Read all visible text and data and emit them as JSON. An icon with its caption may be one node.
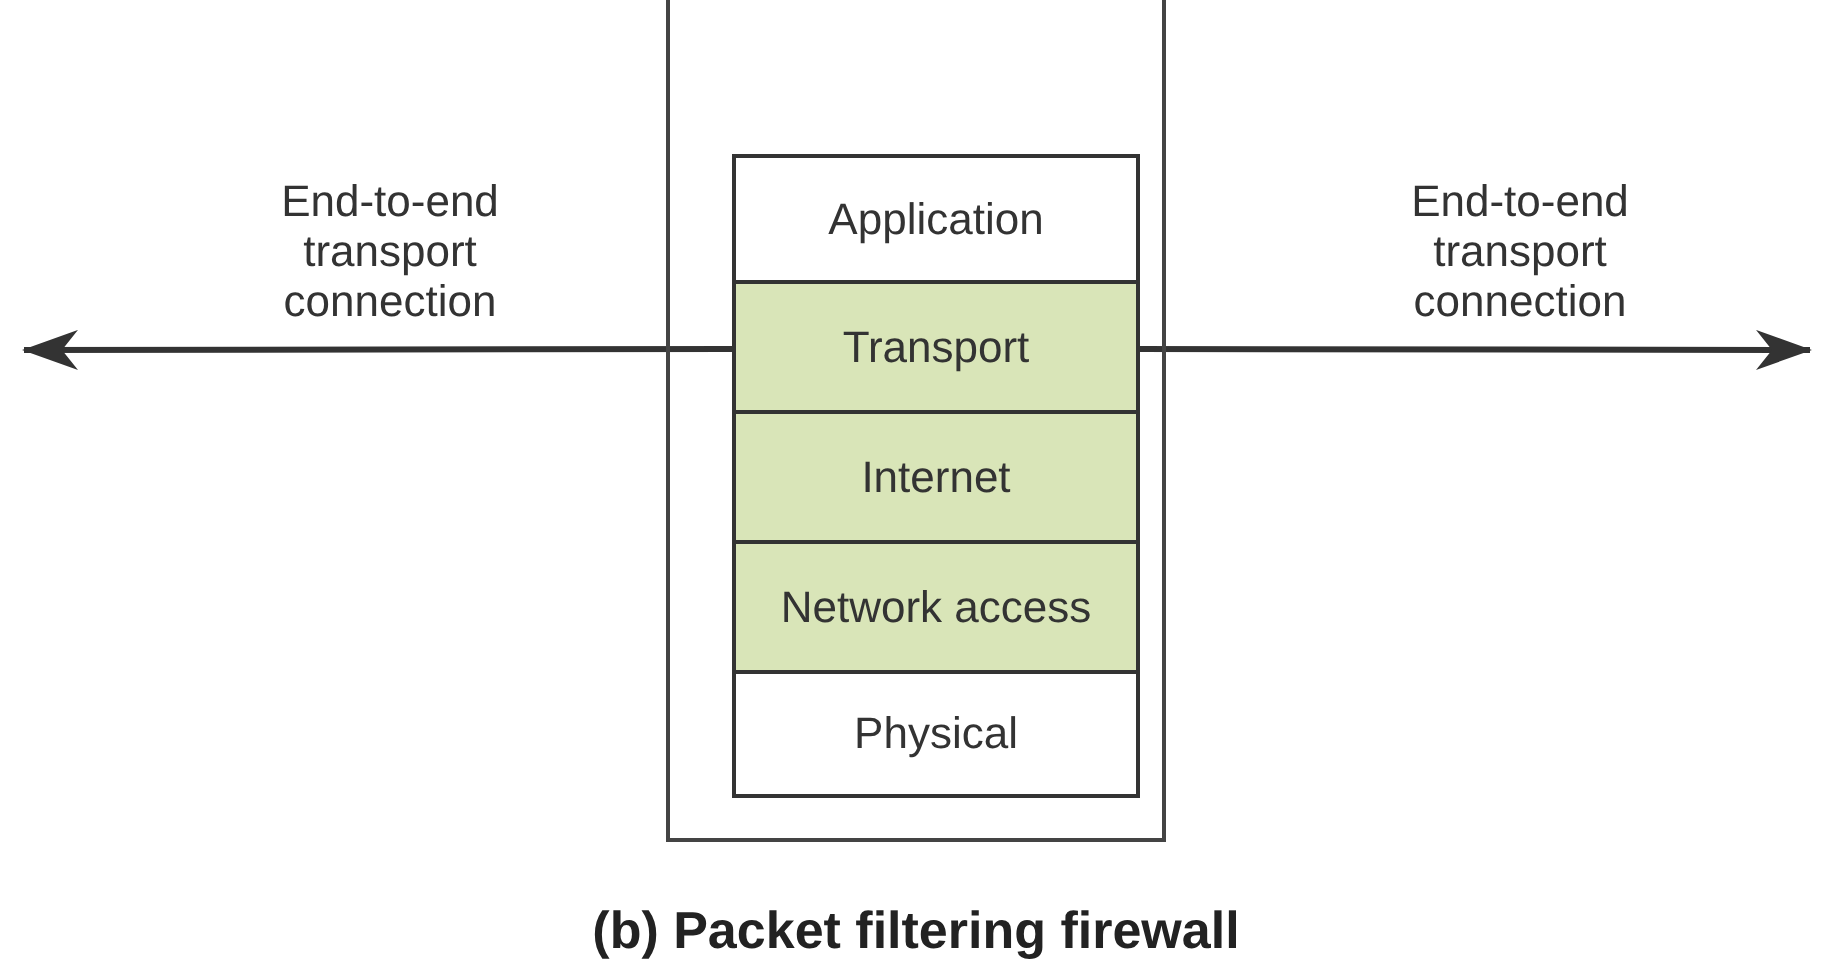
{
  "diagram": {
    "caption": "(b) Packet filtering firewall",
    "nodes": [
      {
        "text": [],
        "shape": "box"
      },
      {
        "text": [
          "Application"
        ],
        "in": 0
      },
      {
        "text": [
          "Transport"
        ],
        "in": 0
      },
      {
        "text": [
          "Internet"
        ],
        "in": 0
      },
      {
        "text": [
          "Network access"
        ],
        "in": 0
      },
      {
        "text": [
          "Physical"
        ],
        "in": 0
      }
    ],
    "edges": [
      {
        "from": 2,
        "to": null,
        "arrow": "to"
      },
      {
        "from": 2,
        "to": null,
        "arrow": "to"
      }
    ],
    "labels": [
      "End-to-end transport connection",
      "End-to-end transport connection"
    ]
  }
}
